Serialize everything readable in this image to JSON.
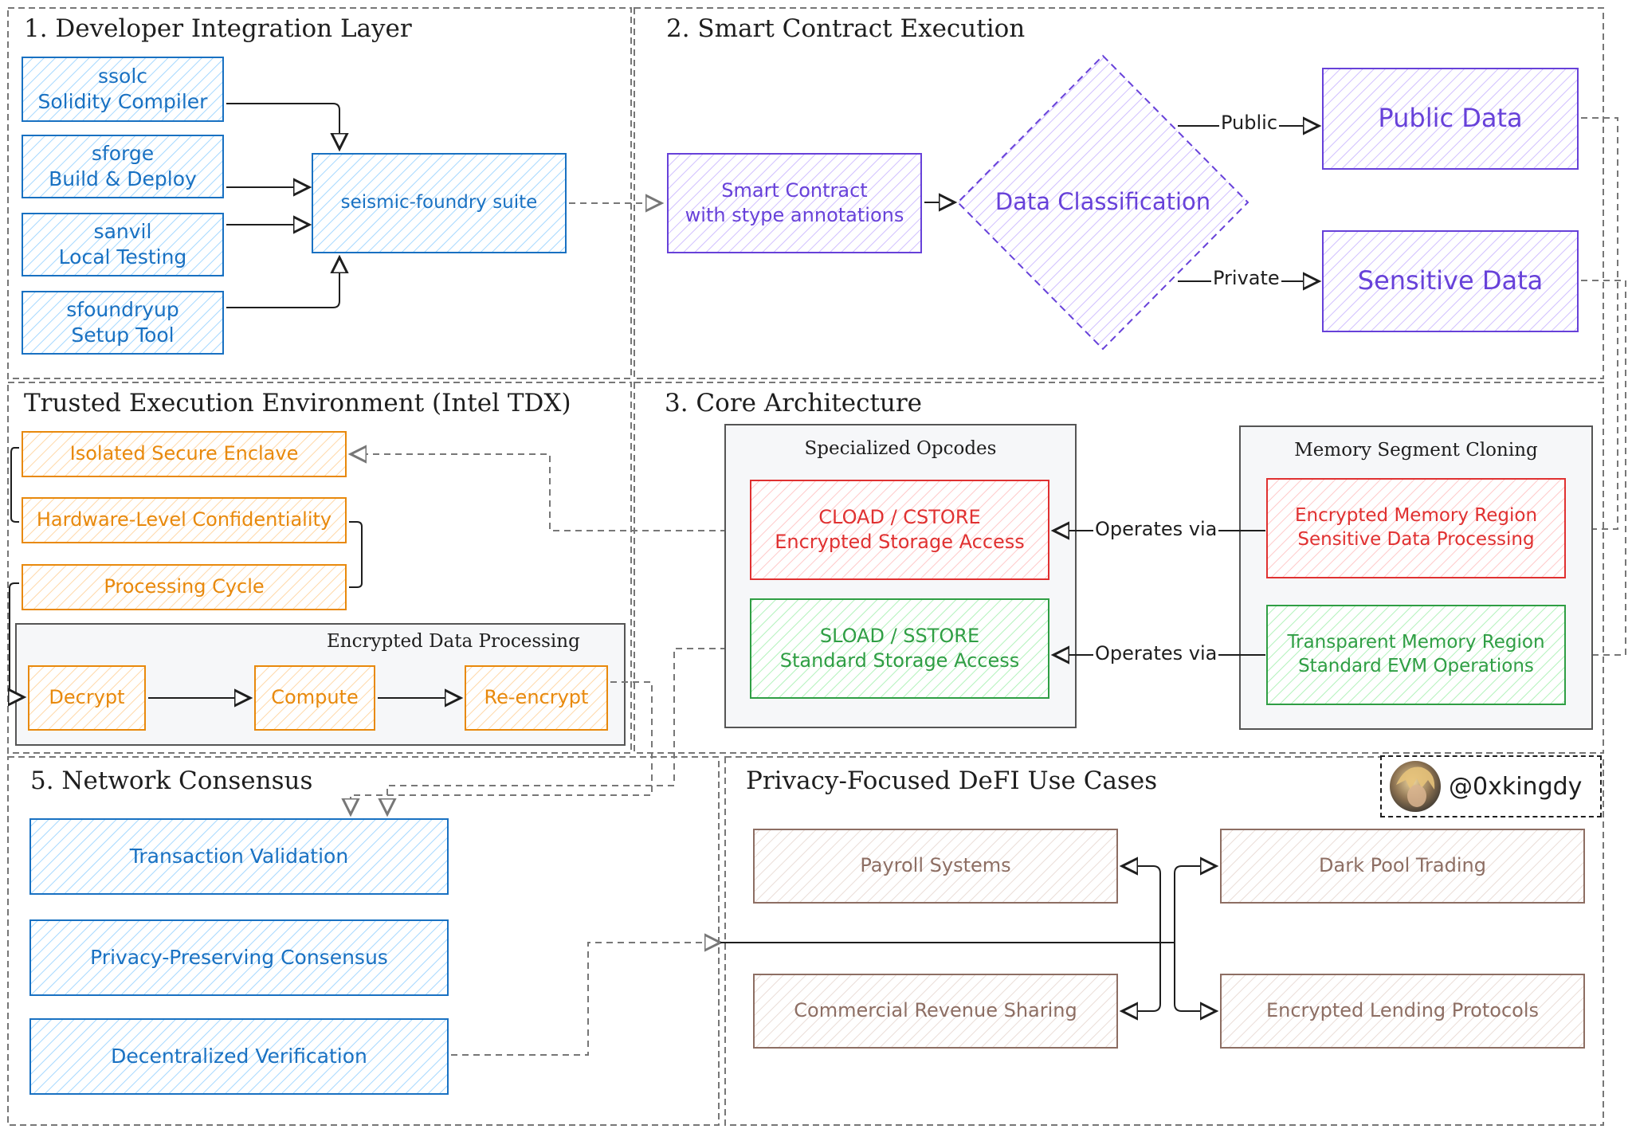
{
  "colors": {
    "blue": "#1971c2",
    "purple": "#6741d9",
    "orange": "#e8890c",
    "red": "#e03131",
    "green": "#2f9e44",
    "brown": "#8d6e63",
    "panel_fill": "#f6f7f9"
  },
  "sections": {
    "developer": "1. Developer Integration Layer",
    "smart_contract": "2. Smart Contract Execution",
    "tee": "Trusted Execution Environment (Intel TDX)",
    "core": "3. Core Architecture",
    "consensus": "5. Network Consensus",
    "defi": "Privacy-Focused DeFI Use Cases"
  },
  "developer": {
    "ssolc": "ssolc\nSolidity Compiler",
    "sforge": "sforge\nBuild & Deploy",
    "sanvil": "sanvil\nLocal Testing",
    "sfoundryup": "sfoundryup\nSetup Tool",
    "suite": "seismic-foundry suite"
  },
  "smart_contract": {
    "contract": "Smart Contract\nwith stype annotations",
    "classification": "Data Classification",
    "public_edge": "Public",
    "private_edge": "Private",
    "public_data": "Public Data",
    "sensitive_data": "Sensitive Data"
  },
  "tee": {
    "enclave": "Isolated Secure Enclave",
    "confidentiality": "Hardware-Level Confidentiality",
    "cycle": "Processing Cycle",
    "encrypted_processing": "Encrypted Data Processing",
    "decrypt": "Decrypt",
    "compute": "Compute",
    "reencrypt": "Re-encrypt"
  },
  "core": {
    "opcodes": "Specialized Opcodes",
    "memory": "Memory Segment Cloning",
    "cload": "CLOAD / CSTORE\nEncrypted Storage Access",
    "sload": "SLOAD / SSTORE\nStandard Storage Access",
    "encrypted_memory": "Encrypted Memory Region\nSensitive Data Processing",
    "transparent_memory": "Transparent Memory Region\nStandard EVM Operations",
    "operates_via_1": "Operates via",
    "operates_via_2": "Operates via"
  },
  "consensus": {
    "validation": "Transaction Validation",
    "privacy": "Privacy-Preserving Consensus",
    "verification": "Decentralized Verification"
  },
  "defi": {
    "payroll": "Payroll Systems",
    "dark_pool": "Dark Pool Trading",
    "revenue": "Commercial Revenue Sharing",
    "lending": "Encrypted Lending Protocols",
    "handle": "@0xkingdy"
  }
}
